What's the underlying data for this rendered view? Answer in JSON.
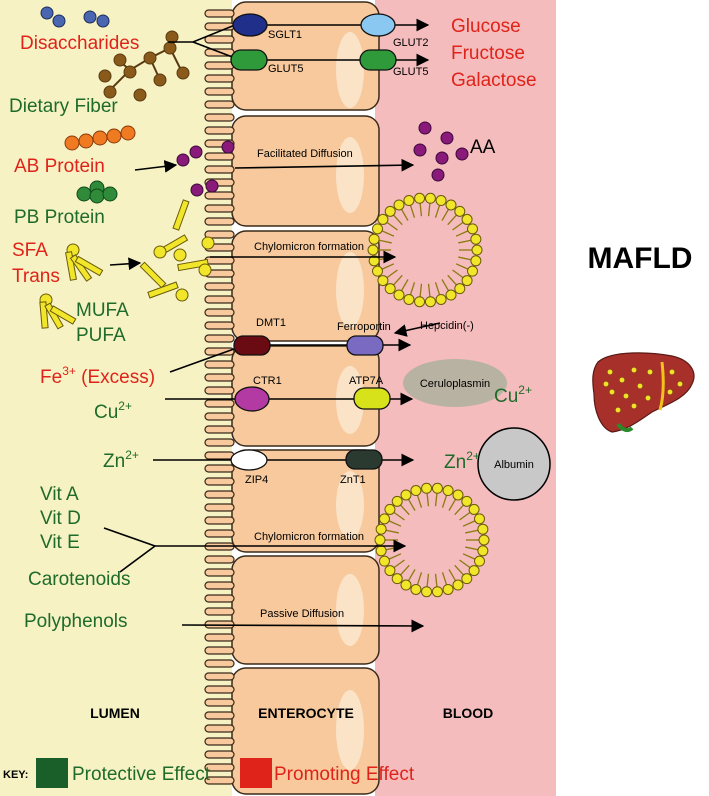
{
  "title": "MAFLD",
  "regions": {
    "lumen": "LUMEN",
    "enterocyte": "ENTEROCYTE",
    "blood": "BLOOD"
  },
  "nutrients": {
    "disaccharides": "Disaccharides",
    "dietary_fiber": "Dietary Fiber",
    "ab_protein": "AB Protein",
    "pb_protein": "PB Protein",
    "sfa": "SFA",
    "trans": "Trans",
    "mufa": "MUFA",
    "pufa": "PUFA",
    "fe_base": "Fe",
    "fe_sup": "3+",
    "fe_suffix": " (Excess)",
    "cu_base": "Cu",
    "cu_sup": "2+",
    "zn_base": "Zn",
    "zn_sup": "2+",
    "vit_a": "Vit A",
    "vit_d": "Vit D",
    "vit_e": "Vit E",
    "carotenoids": "Carotenoids",
    "polyphenols": "Polyphenols"
  },
  "transporters": {
    "sglt1": "SGLT1",
    "glut5_left": "GLUT5",
    "glut2": "GLUT2",
    "glut5_right": "GLUT5",
    "dmt1": "DMT1",
    "ferroportin": "Ferroportin",
    "ctr1": "CTR1",
    "atp7a": "ATP7A",
    "zip4": "ZIP4",
    "znt1": "ZnT1"
  },
  "processes": {
    "facilitated_diffusion": "Facilitated Diffusion",
    "chylomicron_1": "Chylomicron formation",
    "chylomicron_2": "Chylomicron formation",
    "passive_diffusion": "Passive Diffusion"
  },
  "blood_products": {
    "glucose": "Glucose",
    "fructose": "Fructose",
    "galactose": "Galactose",
    "aa": "AA",
    "hepcidin": "Hepcidin(-)",
    "ceruloplasmin": "Ceruloplasmin",
    "albumin": "Albumin",
    "cu_base": "Cu",
    "cu_sup": "2+",
    "zn_base": "Zn",
    "zn_sup": "2+"
  },
  "key": {
    "label": "KEY:",
    "protective": "Protective Effect",
    "promoting": "Promoting Effect"
  },
  "colors": {
    "promoting": "#e0231a",
    "protective": "#1f6b2a",
    "lumen_bg": "#f6f2c4",
    "blood_bg": "#f4bcbc",
    "cell_fill": "#f7c99c",
    "cell_stroke": "#3a2a1a",
    "key_protective": "#1a5e2a",
    "key_promoting": "#e0231a"
  }
}
